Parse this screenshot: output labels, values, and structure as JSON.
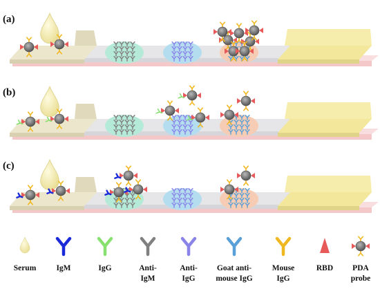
{
  "panels": [
    {
      "label": "(a)"
    },
    {
      "label": "(b)"
    },
    {
      "label": "(c)"
    }
  ],
  "legend": [
    {
      "key": "serum",
      "lines": [
        "Serum"
      ]
    },
    {
      "key": "igm",
      "lines": [
        "IgM"
      ]
    },
    {
      "key": "igg",
      "lines": [
        "IgG"
      ]
    },
    {
      "key": "anti-igm",
      "lines": [
        "Anti-",
        "IgM"
      ]
    },
    {
      "key": "anti-igg",
      "lines": [
        "Anti-",
        "IgG"
      ]
    },
    {
      "key": "goat-anti-mouse-igg",
      "lines": [
        "Goat anti-",
        "mouse IgG"
      ]
    },
    {
      "key": "mouse-igg",
      "lines": [
        "Mouse",
        "IgG"
      ]
    },
    {
      "key": "rbd",
      "lines": [
        "RBD"
      ]
    },
    {
      "key": "pda-probe",
      "lines": [
        "PDA",
        "probe"
      ]
    }
  ],
  "colors": {
    "serum": "#f4eaa8",
    "igm": "#1a2ad8",
    "igg": "#88e070",
    "anti_igm": "#808080",
    "anti_igg": "#8a84e8",
    "goat_anti_mouse_igg": "#5aa0d8",
    "mouse_igg": "#f0b820",
    "rbd": "#e85a5a",
    "probe_core": "#777777",
    "sample_pad": "#ece6cc",
    "membrane": "#e6e6e8",
    "absorbent_pad": "#f2e79a",
    "base": "#f4c8c8",
    "zone_igm": "#b6ead8",
    "zone_igg": "#b4def0",
    "zone_control": "#f6cdb4"
  }
}
